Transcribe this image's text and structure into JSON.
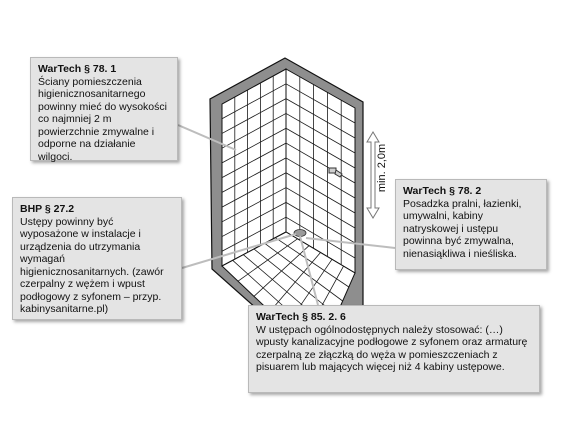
{
  "callouts": {
    "wartech_78_1": {
      "title": "WarTech § 78. 1",
      "body": "Ściany pomieszczenia higienicznosanitarnego powinny mieć do wysokości co najmniej 2 m powierzchnie zmywalne i odporne na działanie wilgoci."
    },
    "bhp_27_2": {
      "title": "BHP § 27.2",
      "body": "Ustępy powinny być wyposażone w instalacje i urządzenia do utrzymania wymagań higienicznosanitarnych. (zawór czerpalny z wężem i wpust podłogowy z syfonem – przyp. kabinysanitarne.pl)"
    },
    "wartech_78_2": {
      "title": "WarTech § 78. 2",
      "body": "Posadzka pralni, łazienki, umywalni, kabiny natryskowej i ustępu powinna być zmywalna, nienasiąkliwa i nieśliska."
    },
    "wartech_85_2_6": {
      "title": "WarTech § 85. 2. 6",
      "body": "W ustępach ogólnodostępnych należy stosować: (…) wpusty kanalizacyjne podłogowe z syfonem oraz armaturę czerpalną ze złączką do węża w pomieszczeniach z pisuarem lub mających więcej niż 4 kabiny ustępowe."
    }
  },
  "dimension_label": "min. 2,0m",
  "colors": {
    "callout_bg": "#e4e4e4",
    "frame_shading": "#8e8e8e",
    "grid_line": "#1a1a1a"
  }
}
